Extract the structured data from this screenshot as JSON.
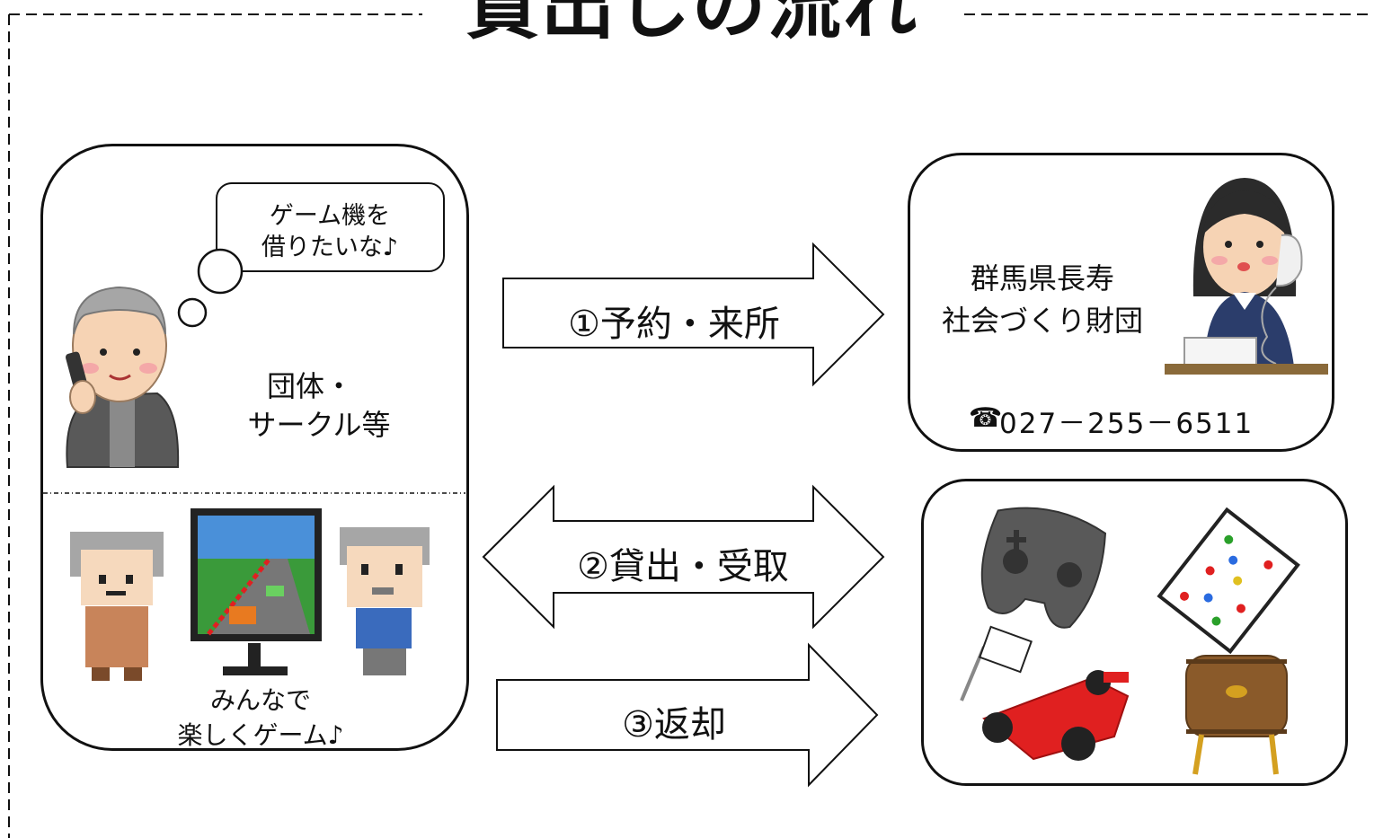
{
  "title": "貸出しの流れ",
  "left_panel": {
    "thought": [
      "ゲーム機を",
      "借りたいな♪"
    ],
    "group_label": [
      "団体・",
      "サークル等"
    ],
    "bottom_caption": [
      "みんなで",
      "楽しくゲーム♪"
    ]
  },
  "right_top_panel": {
    "org_name": [
      "群馬県長寿",
      "社会づくり財団"
    ],
    "phone_icon": "phone-icon",
    "phone": "027－255－6511"
  },
  "arrows": {
    "step1": "①予約・来所",
    "step2": "②貸出・受取",
    "step3": "③返却"
  },
  "right_bottom_panel": {
    "items": [
      "game-controller-icon",
      "card-game-icon",
      "race-car-icon",
      "taiko-drum-icon"
    ]
  },
  "colors": {
    "line": "#111111",
    "accent_red": "#e02020",
    "screen_green": "#3a9a3a",
    "sky_blue": "#4a90d9"
  }
}
